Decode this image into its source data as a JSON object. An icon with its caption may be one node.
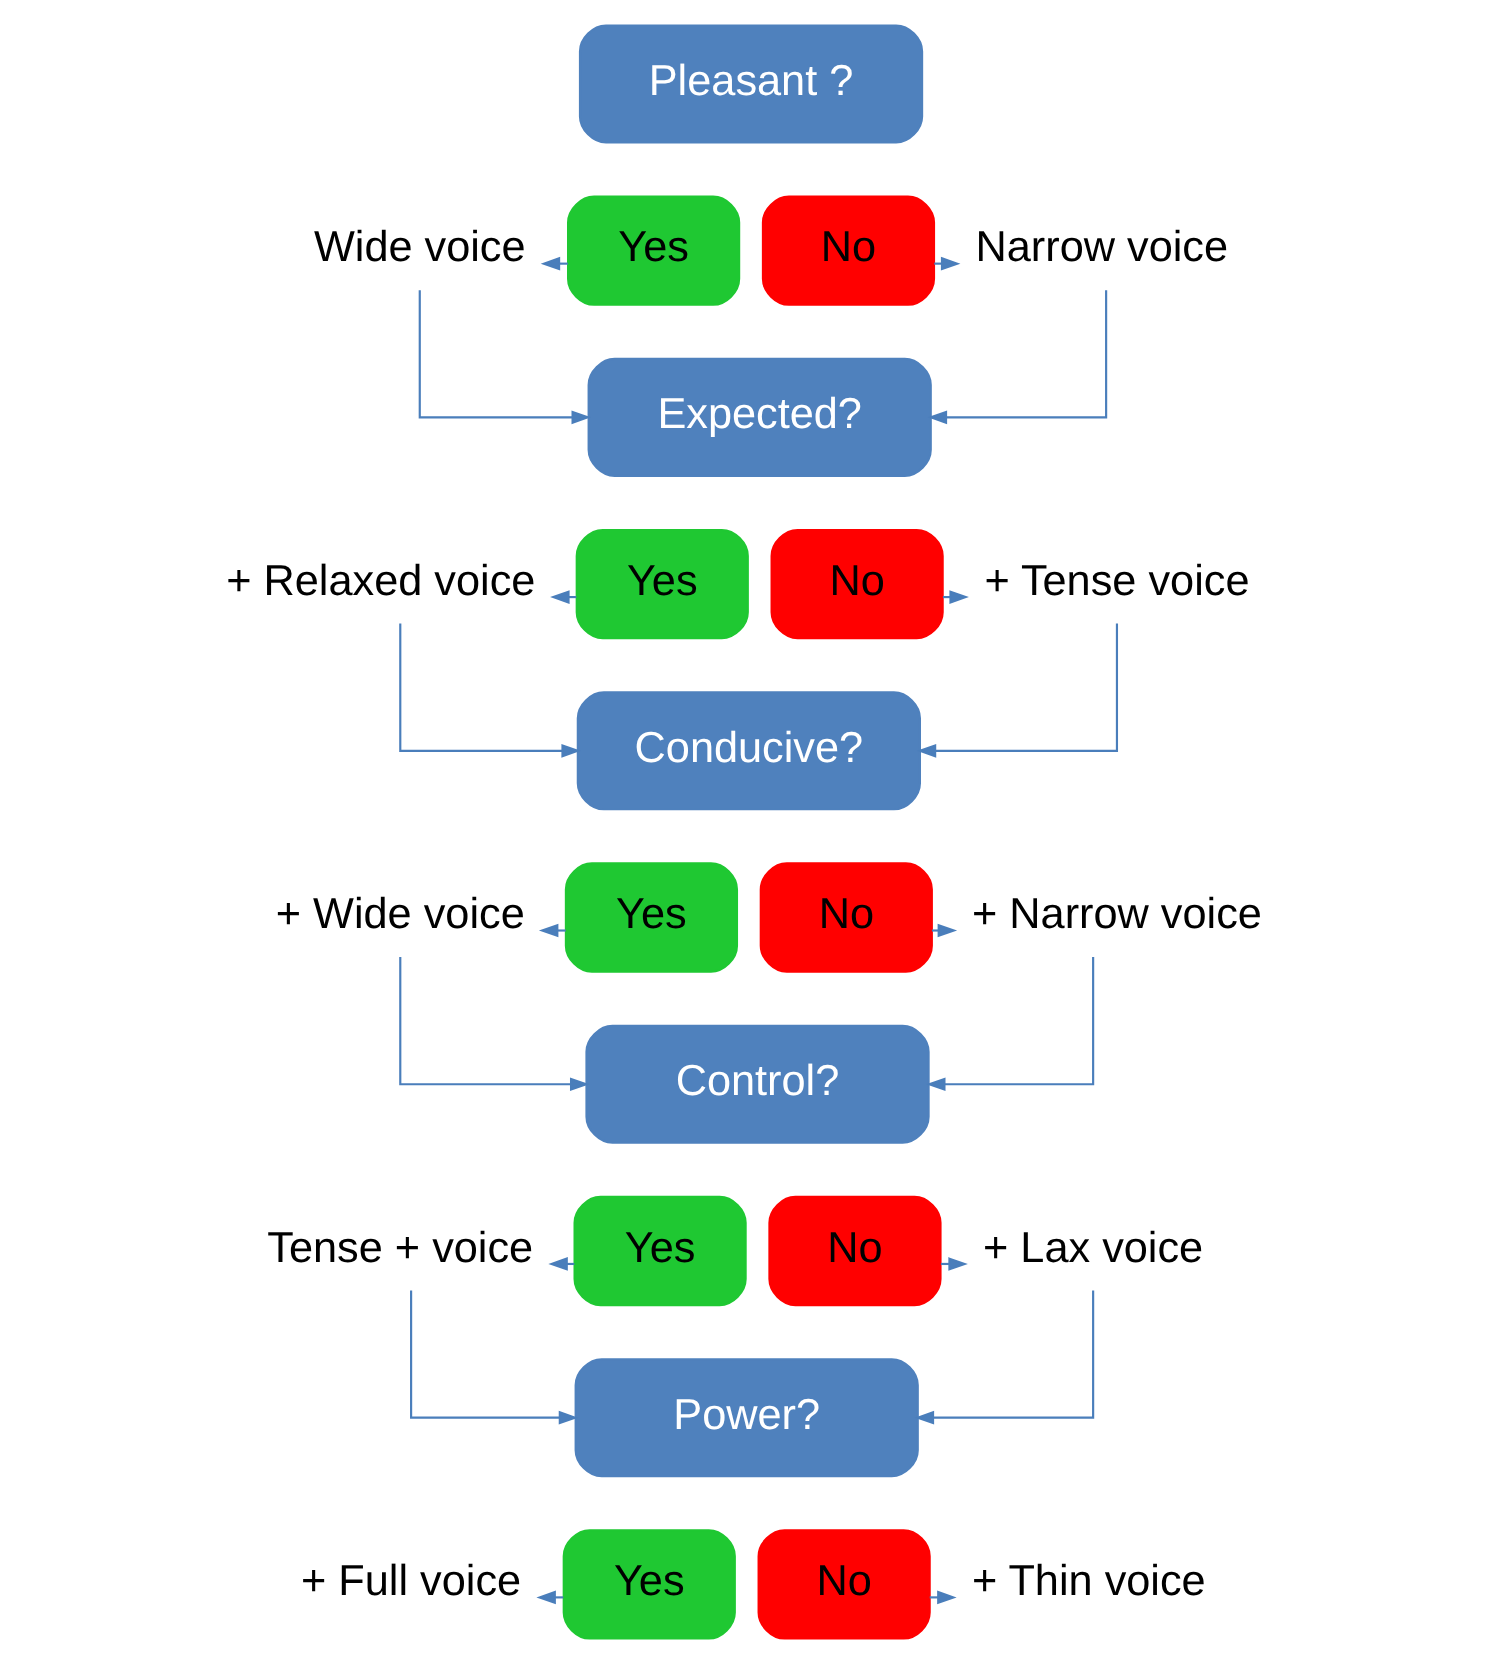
{
  "diagram": {
    "nodes": [
      {
        "text": [
          "Pleasant ?"
        ]
      },
      {
        "text": [
          "Wide voice"
        ]
      },
      {
        "text": [
          "Yes"
        ]
      },
      {
        "text": [
          "No"
        ]
      },
      {
        "text": [
          "Narrow voice"
        ]
      },
      {
        "text": [
          "Expected?"
        ]
      },
      {
        "text": [
          "+ Relaxed voice"
        ]
      },
      {
        "text": [
          "Yes"
        ]
      },
      {
        "text": [
          "No"
        ]
      },
      {
        "text": [
          "+ Tense voice"
        ]
      },
      {
        "text": [
          "Conducive?"
        ]
      },
      {
        "text": [
          "+ Wide voice"
        ]
      },
      {
        "text": [
          "Yes"
        ]
      },
      {
        "text": [
          "No"
        ]
      },
      {
        "text": [
          "+ Narrow voice"
        ]
      },
      {
        "text": [
          "Control?"
        ]
      },
      {
        "text": [
          "Tense + voice"
        ]
      },
      {
        "text": [
          "Yes"
        ]
      },
      {
        "text": [
          "No"
        ]
      },
      {
        "text": [
          "+ Lax voice"
        ]
      },
      {
        "text": [
          "Power?"
        ]
      },
      {
        "text": [
          "+ Full voice"
        ]
      },
      {
        "text": [
          "Yes"
        ]
      },
      {
        "text": [
          "No"
        ]
      },
      {
        "text": [
          "+ Thin voice"
        ]
      }
    ],
    "edges": [
      {
        "from": 2,
        "to": 1,
        "arrow": "to"
      },
      {
        "from": 3,
        "to": 4,
        "arrow": "to"
      },
      {
        "from": 1,
        "to": 5,
        "arrow": "to"
      },
      {
        "from": 4,
        "to": 5,
        "arrow": "to"
      },
      {
        "from": 7,
        "to": 6,
        "arrow": "to"
      },
      {
        "from": 8,
        "to": 9,
        "arrow": "to"
      },
      {
        "from": 6,
        "to": 10,
        "arrow": "to"
      },
      {
        "from": 9,
        "to": 10,
        "arrow": "to"
      },
      {
        "from": 12,
        "to": 11,
        "arrow": "to"
      },
      {
        "from": 13,
        "to": 14,
        "arrow": "to"
      },
      {
        "from": 11,
        "to": 15,
        "arrow": "to"
      },
      {
        "from": 14,
        "to": 15,
        "arrow": "to"
      },
      {
        "from": 17,
        "to": 16,
        "arrow": "to"
      },
      {
        "from": 18,
        "to": 19,
        "arrow": "to"
      },
      {
        "from": 16,
        "to": 20,
        "arrow": "to"
      },
      {
        "from": 19,
        "to": 20,
        "arrow": "to"
      },
      {
        "from": 22,
        "to": 21,
        "arrow": "to"
      },
      {
        "from": 23,
        "to": 24,
        "arrow": "to"
      }
    ]
  }
}
